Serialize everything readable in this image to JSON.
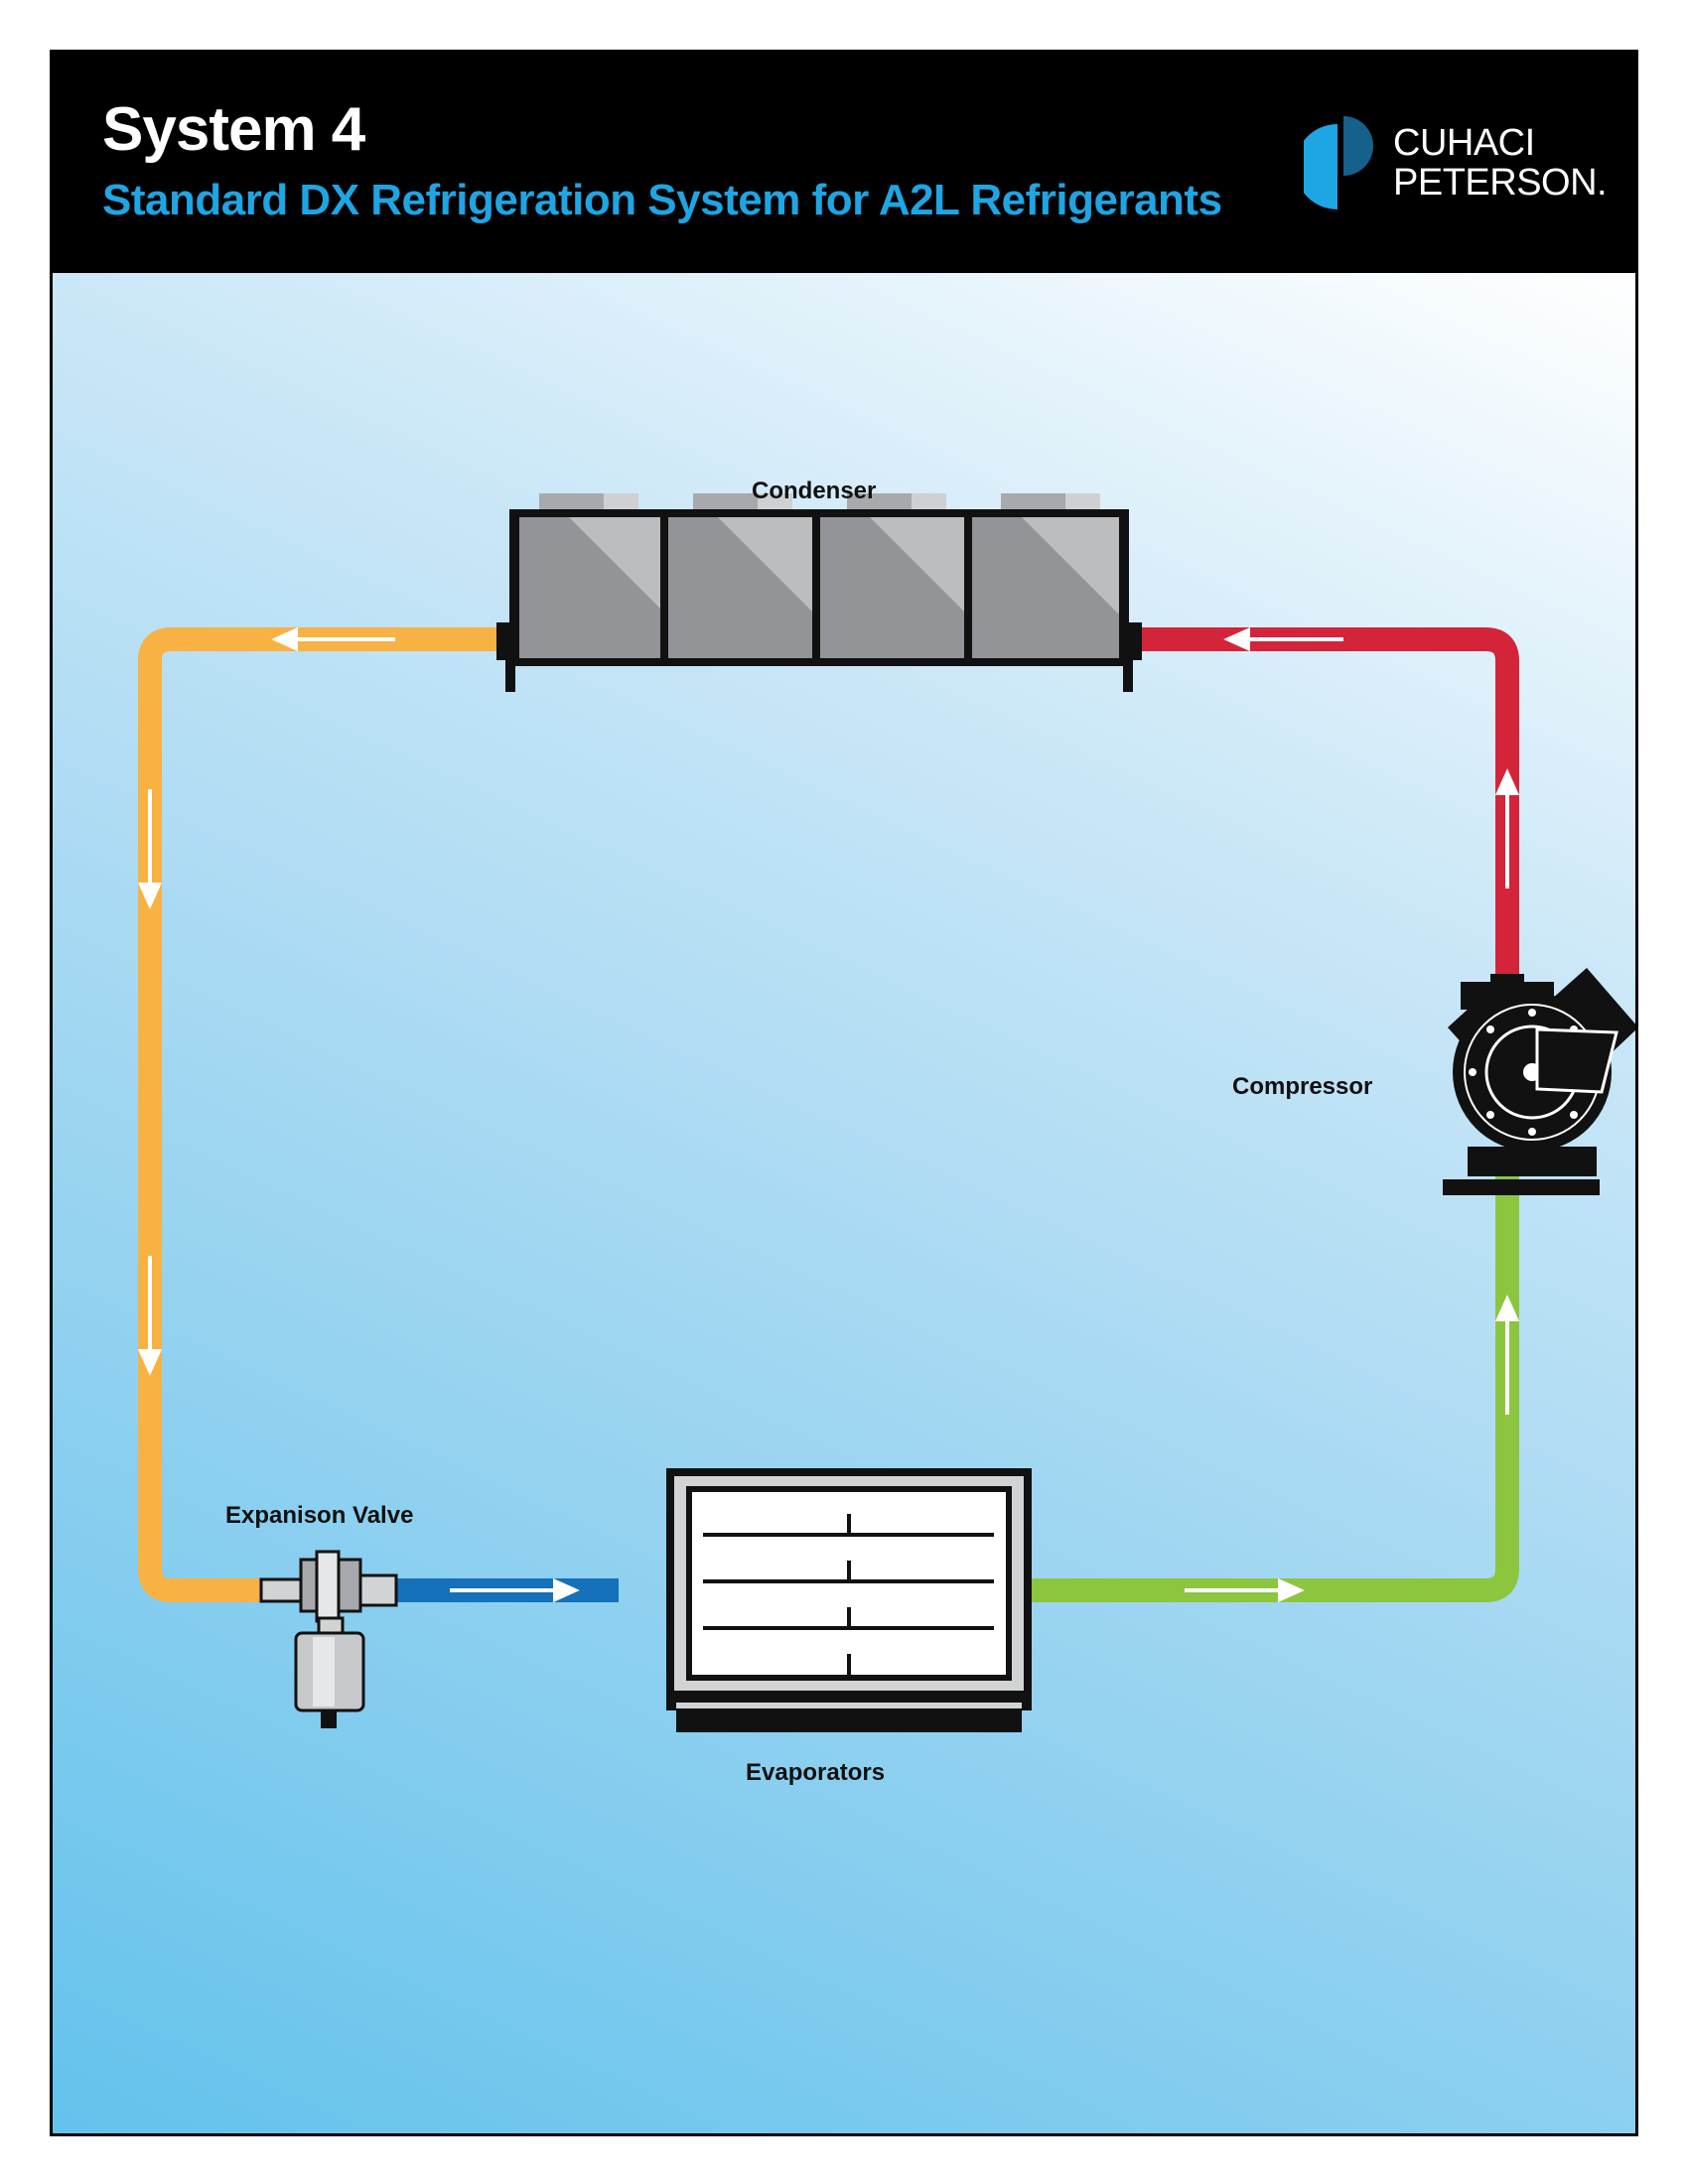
{
  "header": {
    "title": "System 4",
    "subtitle": "Standard DX Refrigeration System for A2L Refrigerants",
    "logo_line1": "CUHACI",
    "logo_line2": "PETERSON."
  },
  "components": {
    "condenser": "Condenser",
    "compressor": "Compressor",
    "expansion_valve": "Expanison Valve",
    "evaporators": "Evaporators"
  },
  "colors": {
    "header_bg": "#000000",
    "subtitle": "#1ea5e3",
    "logo_light": "#1ea5e3",
    "logo_dark": "#16608c",
    "high_pressure_liquid": "#f8b143",
    "high_pressure_vapor": "#d4243a",
    "low_pressure_liquid": "#1571b9",
    "low_pressure_vapor": "#8cc63f",
    "flow_arrow": "#ffffff"
  }
}
